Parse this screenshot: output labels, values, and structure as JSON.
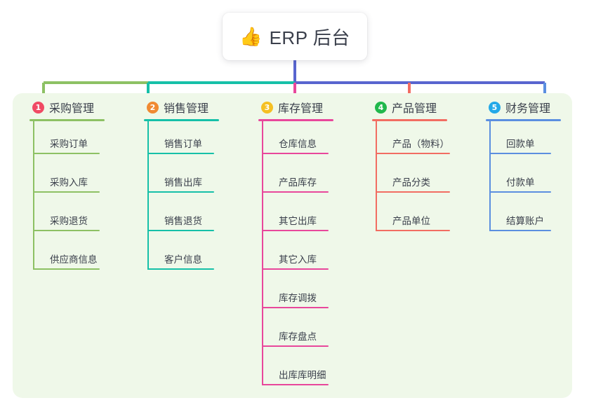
{
  "root": {
    "icon": "thumbs-up-icon",
    "icon_glyph": "👍",
    "label": "ERP 后台"
  },
  "palette": {
    "page_background": "#ffffff",
    "panel_background": "#eff8e9",
    "text": "#3a3f4b",
    "trunk": "#5865cf",
    "branch_green": "#8dc164",
    "branch_teal": "#16c0a8",
    "branch_pink": "#e8479b",
    "branch_red": "#f26d62",
    "branch_blue": "#5b8fe0",
    "badge_red": "#f04a64",
    "badge_orange": "#f08a32",
    "badge_yellow": "#f5c023",
    "badge_green": "#21b84c",
    "badge_blue": "#24a9e8"
  },
  "columns": [
    {
      "number": "1",
      "badge_color": "#f04a64",
      "line_color": "#8dc164",
      "title": "采购管理",
      "items": [
        "采购订单",
        "采购入库",
        "采购退货",
        "供应商信息"
      ]
    },
    {
      "number": "2",
      "badge_color": "#f08a32",
      "line_color": "#16c0a8",
      "title": "销售管理",
      "items": [
        "销售订单",
        "销售出库",
        "销售退货",
        "客户信息"
      ]
    },
    {
      "number": "3",
      "badge_color": "#f5c023",
      "line_color": "#e8479b",
      "title": "库存管理",
      "items": [
        "仓库信息",
        "产品库存",
        "其它出库",
        "其它入库",
        "库存调拨",
        "库存盘点",
        "出库库明细"
      ]
    },
    {
      "number": "4",
      "badge_color": "#21b84c",
      "line_color": "#f26d62",
      "title": "产品管理",
      "items": [
        "产品（物料）",
        "产品分类",
        "产品单位"
      ]
    },
    {
      "number": "5",
      "badge_color": "#24a9e8",
      "line_color": "#5b8fe0",
      "title": "财务管理",
      "items": [
        "回款单",
        "付款单",
        "结算账户"
      ]
    }
  ]
}
